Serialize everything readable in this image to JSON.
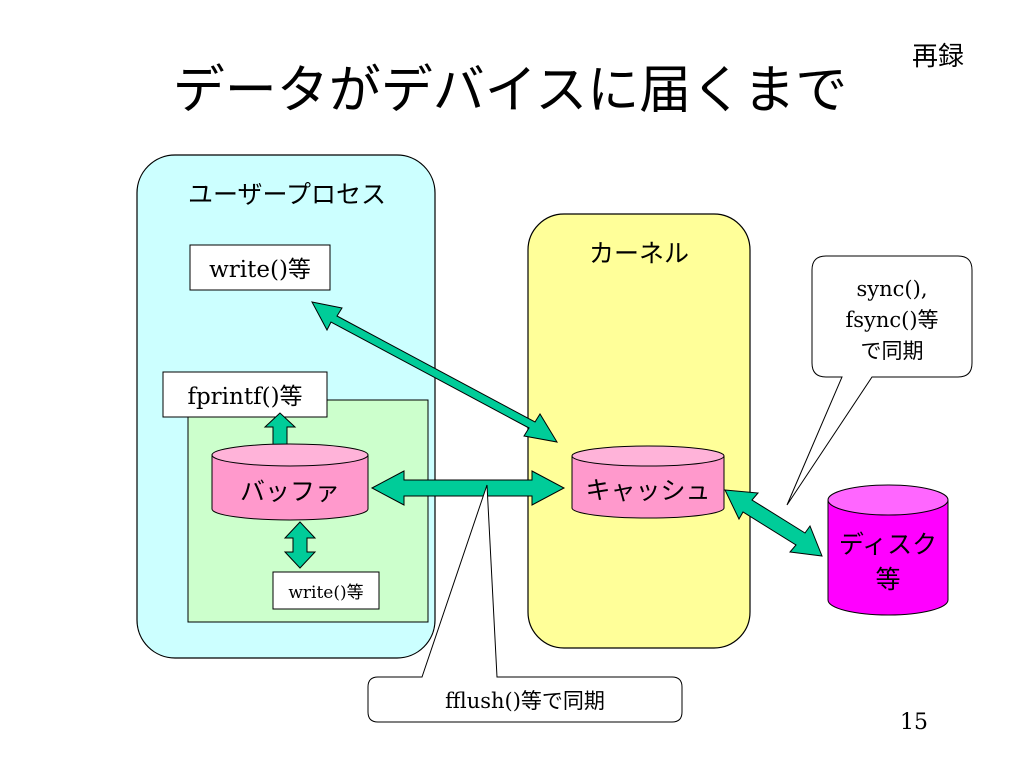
{
  "title": "データがデバイスに届くまで",
  "rerun_label": "再録",
  "page_number": "15",
  "user_process": {
    "label": "ユーザープロセス",
    "write_box": "write()等",
    "fprintf_box": "fprintf()等",
    "buffer": "バッファ",
    "lib_write_box": "write()等"
  },
  "kernel": {
    "label": "カーネル",
    "cache": "キャッシュ"
  },
  "disk": {
    "line1": "ディスク",
    "line2": "等"
  },
  "callouts": {
    "sync_line1": "sync(),",
    "sync_line2": "fsync()等",
    "sync_line3": "で同期",
    "fflush": "fflush()等で同期"
  },
  "colors": {
    "user_process_fill": "#ccffff",
    "stdio_area_fill": "#ccffcc",
    "kernel_fill": "#ffff99",
    "buffer_fill": "#ff99cc",
    "disk_fill": "#ff00ff",
    "arrow_fill": "#00cc99"
  }
}
